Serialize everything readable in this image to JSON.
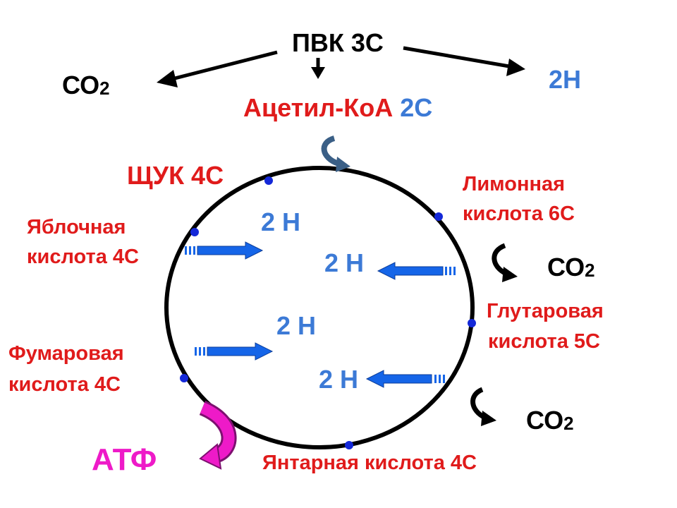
{
  "colors": {
    "red": "#e01b1b",
    "blue_text": "#3c7ad6",
    "arrow_blue": "#1565e8",
    "dot_blue": "#1428d8",
    "magenta": "#ee1ac8",
    "black": "#000000"
  },
  "icons": [
    "curved-arrow-icon",
    "block-arrow-icon",
    "atf-curved-arrow-icon"
  ],
  "top": {
    "pvk": "ПВК 3С",
    "co2_left_main": "СО",
    "co2_left_sub": "2",
    "h2_right": "2Н",
    "acetyl_name": "Ацетил-КоА",
    "acetyl_count": "2С"
  },
  "cycle": {
    "shchuk": "ЩУК 4С",
    "limonnaya_1": "Лимонная",
    "limonnaya_2": "кислота 6С",
    "yablochnaya_1": "Яблочная",
    "yablochnaya_2": "кислота 4С",
    "glutarovaya_1": "Глутаровая",
    "glutarovaya_2": "кислота 5С",
    "fumarovaya_1": "Фумаровая",
    "fumarovaya_2": "кислота 4С",
    "yantarnaya": "Янтарная кислота 4С",
    "atf": "АТФ"
  },
  "hydrogen": {
    "h1": "2 Н",
    "h2": "2 Н",
    "h3": "2 Н",
    "h4": "2 Н"
  },
  "co2_outputs": {
    "co2_upper_main": "СО",
    "co2_upper_sub": "2",
    "co2_lower_main": "СО",
    "co2_lower_sub": "2"
  }
}
